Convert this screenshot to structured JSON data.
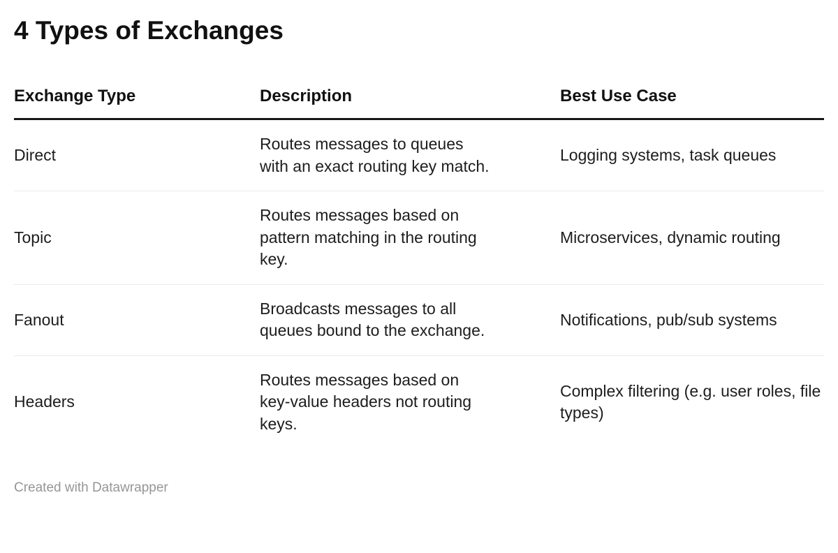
{
  "header": {
    "title": "4 Types of Exchanges"
  },
  "footer": {
    "credit": "Created with Datawrapper"
  },
  "colors": {
    "title_text": "#111111",
    "body_text": "#1d1d1d",
    "header_rule": "#171717",
    "row_separator": "#e9e9e9",
    "credit_text": "#969696",
    "background": "#ffffff"
  },
  "chart_data": {
    "type": "table",
    "title": "4 Types of Exchanges",
    "columns": [
      "Exchange Type",
      "Description",
      "Best Use Case"
    ],
    "rows": [
      [
        "Direct",
        "Routes messages to queues with an exact routing key match.",
        "Logging systems, task queues"
      ],
      [
        "Topic",
        "Routes messages based on pattern matching in the routing key.",
        "Microservices, dynamic routing"
      ],
      [
        "Fanout",
        "Broadcasts messages to all queues bound to the exchange.",
        "Notifications, pub/sub systems"
      ],
      [
        "Headers",
        "Routes messages based on key-value headers not routing keys.",
        "Complex filtering (e.g. user roles, file types)"
      ]
    ],
    "layout_hints": {
      "header_rule": "thick dark line under column headers",
      "row_separators": "thin light gray lines between rows, none after last row",
      "cell_vertical_align": "middle",
      "grid": "horizontal rules only"
    }
  }
}
